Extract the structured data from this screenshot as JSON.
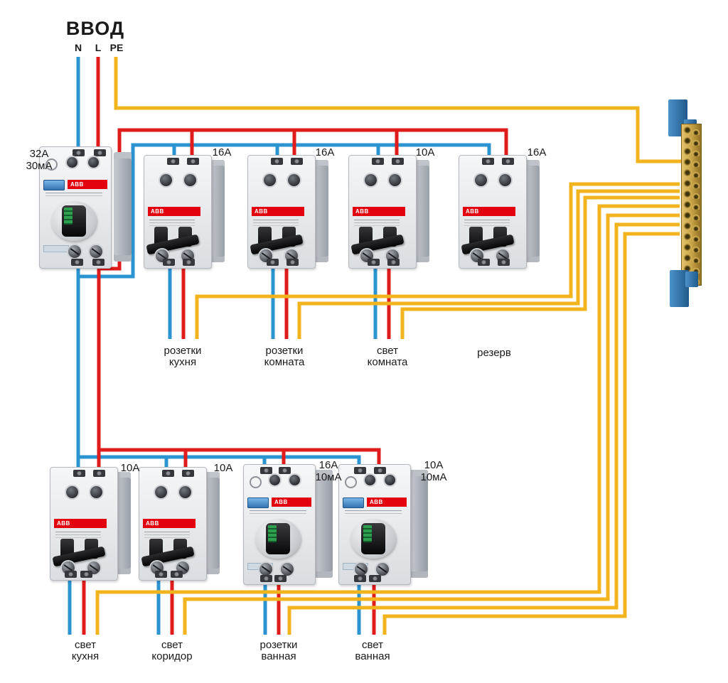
{
  "diagram_title": "ВВОД",
  "brand": "ABB",
  "input": {
    "terminals": [
      {
        "label": "N",
        "color": "#2b93cf"
      },
      {
        "label": "L",
        "color": "#e01b1b"
      },
      {
        "label": "PE",
        "color": "#f2b41e"
      }
    ]
  },
  "colors": {
    "neutral_wire": "#2b93cf",
    "line_wire": "#e01b1b",
    "pe_wire": "#f2b41e",
    "abb_red": "#e3000f",
    "busbar_brass": "#c9a54a",
    "bracket_blue": "#2f6fae"
  },
  "main_breaker": {
    "rating": "32A",
    "leakage": "30мА"
  },
  "top_row": [
    {
      "rating": "16A",
      "circuit": {
        "line1": "розетки",
        "line2": "кухня"
      }
    },
    {
      "rating": "16A",
      "circuit": {
        "line1": "розетки",
        "line2": "комната"
      }
    },
    {
      "rating": "10A",
      "circuit": {
        "line1": "свет",
        "line2": "комната"
      }
    },
    {
      "rating": "16A",
      "circuit": {
        "line1": "резерв",
        "line2": ""
      }
    }
  ],
  "bottom_row": [
    {
      "rating": "10A",
      "leakage": "",
      "circuit": {
        "line1": "свет",
        "line2": "кухня"
      }
    },
    {
      "rating": "10A",
      "leakage": "",
      "circuit": {
        "line1": "свет",
        "line2": "коридор"
      }
    },
    {
      "rating": "16A",
      "leakage": "10мА",
      "circuit": {
        "line1": "розетки",
        "line2": "ванная"
      }
    },
    {
      "rating": "10A",
      "leakage": "10мА",
      "circuit": {
        "line1": "свет",
        "line2": "ванная"
      }
    }
  ]
}
